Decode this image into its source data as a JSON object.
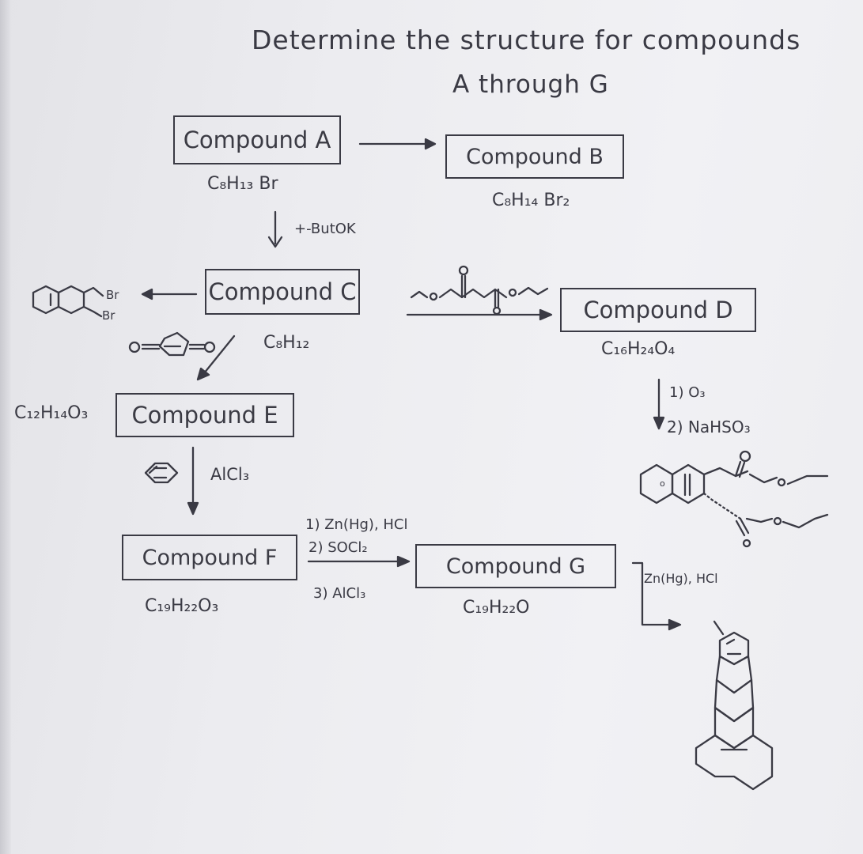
{
  "title": {
    "line1": "Determine the structure for compounds",
    "line2": "A through G"
  },
  "compounds": {
    "a": {
      "label": "Compound A",
      "formula": "C₈H₁₃ Br"
    },
    "b": {
      "label": "Compound B",
      "formula": "C₈H₁₄ Br₂"
    },
    "c": {
      "label": "Compound C",
      "formula": "C₈H₁₂"
    },
    "d": {
      "label": "Compound D",
      "formula": "C₁₆H₂₄O₄"
    },
    "e": {
      "label": "Compound E",
      "formula": "C₁₂H₁₄O₃"
    },
    "f": {
      "label": "Compound F",
      "formula": "C₁₉H₂₂O₃"
    },
    "g": {
      "label": "Compound G",
      "formula": "C₁₉H₂₂O"
    }
  },
  "reagents": {
    "a_to_c": "+-ButOK",
    "d_step1": "1) O₃",
    "d_step2": "2) NaHSO₃",
    "e_to_f": "AlCl₃",
    "f_to_g_1": "1) Zn(Hg), HCl",
    "f_to_g_2": "2) SOCl₂",
    "f_to_g_3": "3) AlCl₃",
    "g_final": "Zn(Hg), HCl"
  },
  "structure_labels": {
    "br_top": "Br",
    "br_bottom": "Br"
  }
}
